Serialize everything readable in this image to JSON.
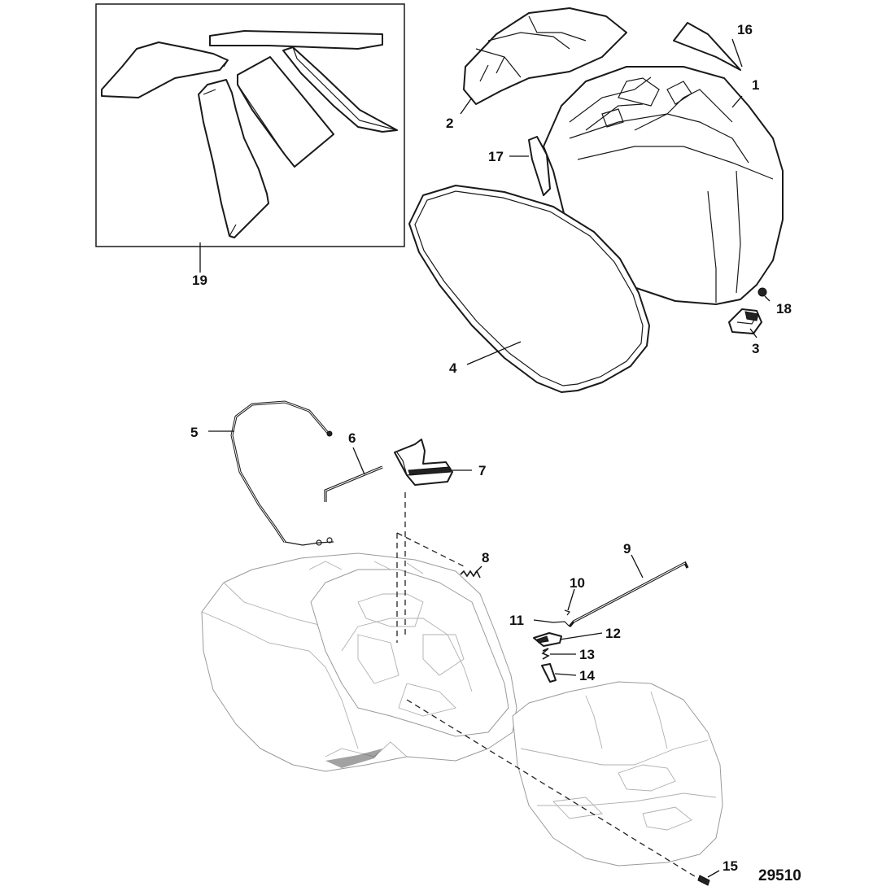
{
  "drawing_number": "29510",
  "callouts": [
    {
      "id": "c1",
      "label": "1"
    },
    {
      "id": "c2",
      "label": "2"
    },
    {
      "id": "c3",
      "label": "3"
    },
    {
      "id": "c4",
      "label": "4"
    },
    {
      "id": "c5",
      "label": "5"
    },
    {
      "id": "c6",
      "label": "6"
    },
    {
      "id": "c7",
      "label": "7"
    },
    {
      "id": "c8",
      "label": "8"
    },
    {
      "id": "c9",
      "label": "9"
    },
    {
      "id": "c10",
      "label": "10"
    },
    {
      "id": "c11",
      "label": "11"
    },
    {
      "id": "c12",
      "label": "12"
    },
    {
      "id": "c13",
      "label": "13"
    },
    {
      "id": "c14",
      "label": "14"
    },
    {
      "id": "c15",
      "label": "15"
    },
    {
      "id": "c16",
      "label": "16"
    },
    {
      "id": "c17",
      "label": "17"
    },
    {
      "id": "c18",
      "label": "18"
    },
    {
      "id": "c19",
      "label": "19"
    }
  ]
}
